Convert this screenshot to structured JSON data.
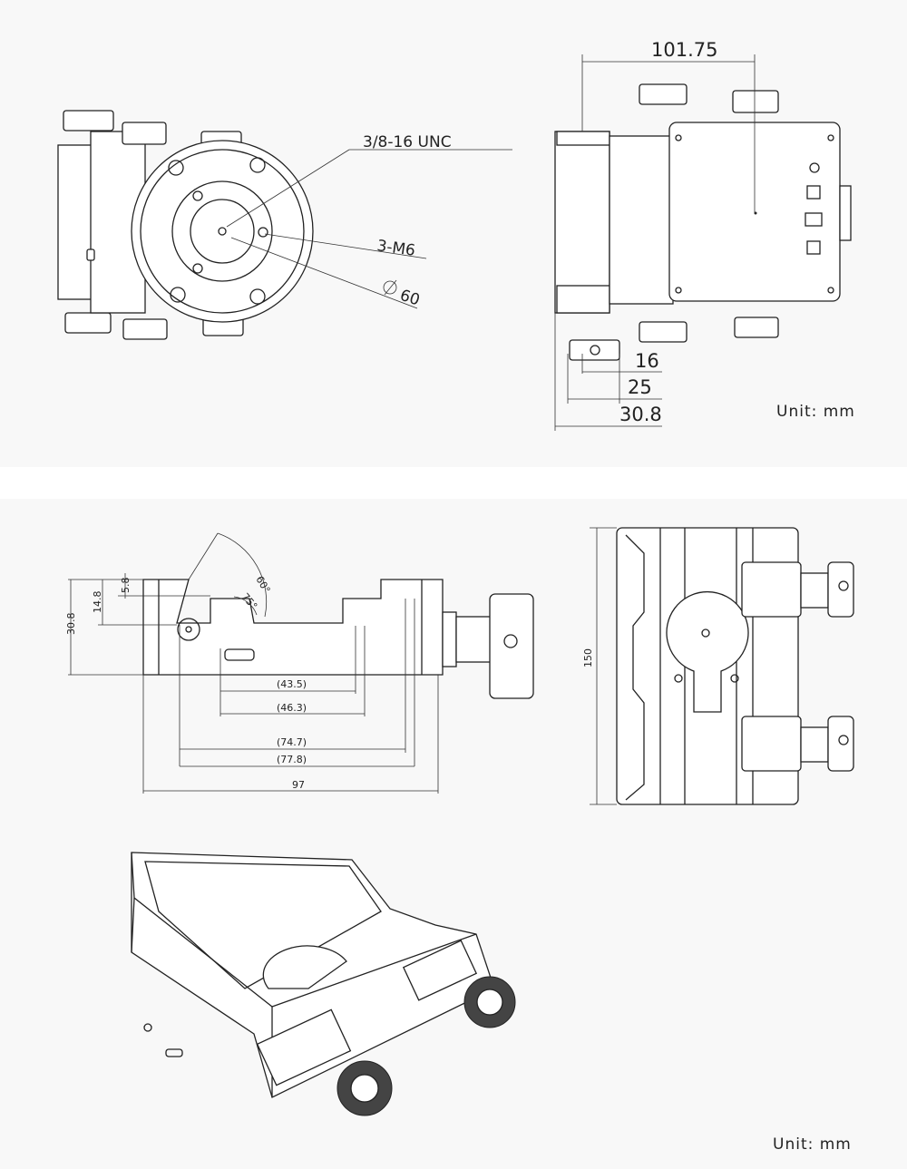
{
  "top_view": {
    "labels": {
      "thread": "3/8-16 UNC",
      "screws": "3-M6",
      "diameter": "60"
    },
    "dims": {
      "width": "101.75",
      "d16": "16",
      "d25": "25",
      "d30": "30.8"
    },
    "unit": "Unit: mm"
  },
  "bottom_view": {
    "side_dims": {
      "h30": "30.8",
      "h14": "14.8",
      "h5": "5.8",
      "a60": "60°",
      "a75": "75°"
    },
    "width_dims": {
      "w435": "(43.5)",
      "w463": "(46.3)",
      "w747": "(74.7)",
      "w778": "(77.8)",
      "w97": "97"
    },
    "length": "150",
    "unit": "Unit: mm"
  }
}
